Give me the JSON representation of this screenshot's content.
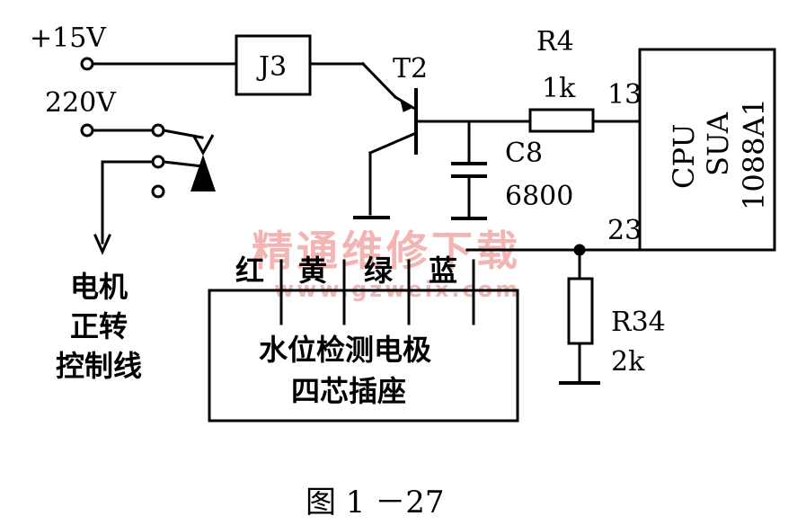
{
  "terminals": {
    "v15": "+15V",
    "v220": "220V"
  },
  "components": {
    "j3": "J3",
    "t2": "T2",
    "r4_name": "R4",
    "r4_value": "1k",
    "c8_name": "C8",
    "c8_value": "6800",
    "r34_name": "R34",
    "r34_value": "2k"
  },
  "cpu": {
    "line1": "CPU",
    "line2": "SUA",
    "line3": "1088A1",
    "pin13": "13",
    "pin23": "23"
  },
  "motor_label": {
    "line1": "电机",
    "line2": "正转",
    "line3": "控制线"
  },
  "socket": {
    "wire_red": "红",
    "wire_yellow": "黄",
    "wire_green": "绿",
    "wire_blue": "蓝",
    "line1": "水位检测电极",
    "line2": "四芯插座"
  },
  "watermark": {
    "text": "精通维修下载",
    "url": "www.gzweix.com"
  },
  "caption": "图 1 －27",
  "colors": {
    "ink": "#000000",
    "watermark": "#f2a8a8",
    "background": "#ffffff"
  }
}
